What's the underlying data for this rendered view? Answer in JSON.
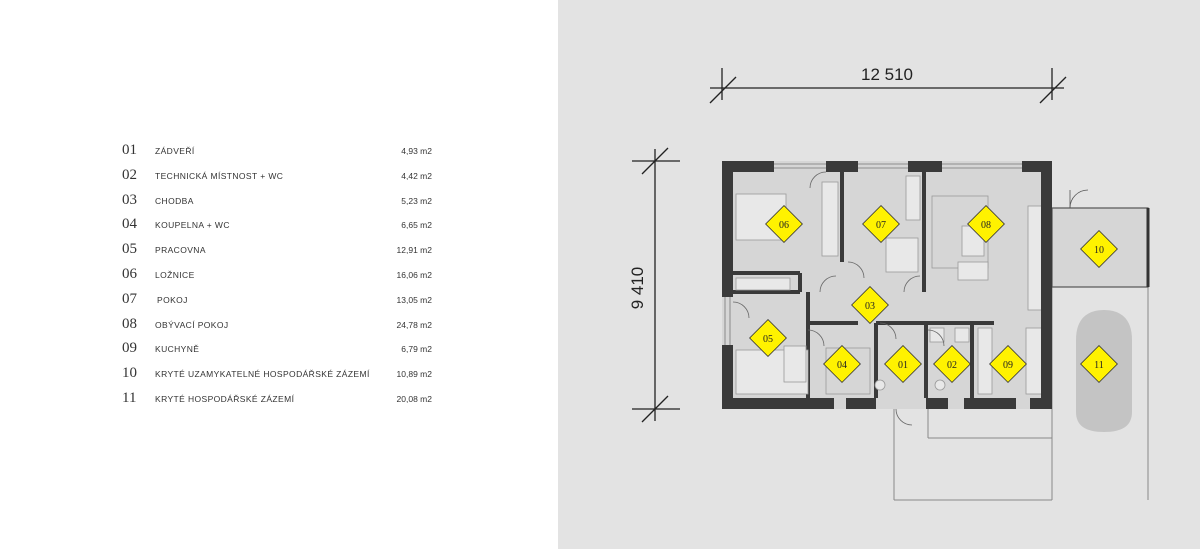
{
  "rooms": [
    {
      "num": "01",
      "name": "ZÁDVEŘÍ",
      "area": "4,93 m2"
    },
    {
      "num": "02",
      "name": "TECHNICKÁ MÍSTNOST + WC",
      "area": "4,42 m2"
    },
    {
      "num": "03",
      "name": "CHODBA",
      "area": "5,23 m2"
    },
    {
      "num": "04",
      "name": "KOUPELNA + WC",
      "area": "6,65 m2"
    },
    {
      "num": "05",
      "name": "PRACOVNA",
      "area": "12,91 m2"
    },
    {
      "num": "06",
      "name": "LOŽNICE",
      "area": "16,06 m2"
    },
    {
      "num": "07",
      "name": "POKOJ",
      "area": "13,05 m2"
    },
    {
      "num": "08",
      "name": "OBÝVACÍ POKOJ",
      "area": "24,78 m2"
    },
    {
      "num": "09",
      "name": "KUCHYNĚ",
      "area": "6,79 m2"
    },
    {
      "num": "10",
      "name": "KRYTÉ UZAMYKATELNÉ HOSPODÁŘSKÉ ZÁZEMÍ",
      "area": "10,89 m2"
    },
    {
      "num": "11",
      "name": "KRYTÉ  HOSPODÁŘSKÉ ZÁZEMÍ",
      "area": "20,08 m2"
    }
  ],
  "plan": {
    "width_label": "12 510",
    "height_label": "9 410",
    "tags": {
      "t01": "01",
      "t02": "02",
      "t03": "03",
      "t04": "04",
      "t05": "05",
      "t06": "06",
      "t07": "07",
      "t08": "08",
      "t09": "09",
      "t10": "10",
      "t11": "11"
    },
    "colors": {
      "wall": "#3a3a3a",
      "tag_fill": "#fff200",
      "room_fill": "#d6d6d6",
      "background": "#e3e3e3"
    }
  }
}
